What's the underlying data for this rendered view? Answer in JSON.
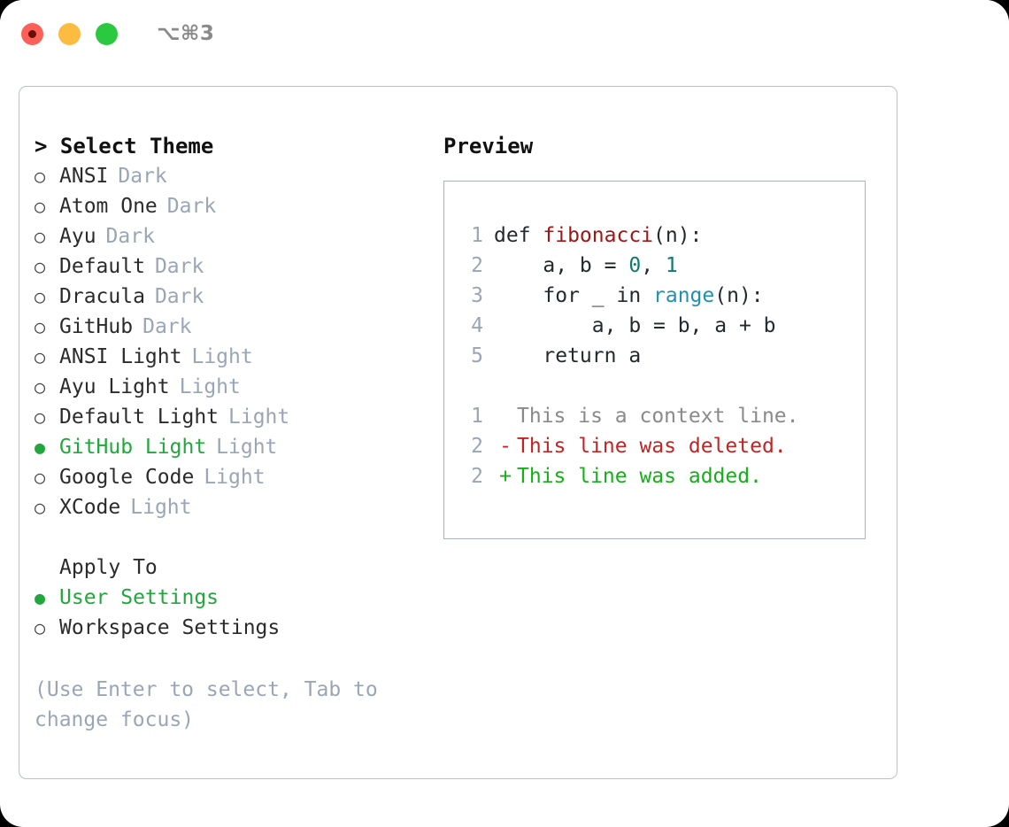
{
  "window": {
    "shortcut": "⌥⌘3",
    "traffic_lights": [
      {
        "name": "close",
        "color": "#fc6058"
      },
      {
        "name": "minimize",
        "color": "#fdbc40"
      },
      {
        "name": "maximize",
        "color": "#2bc940"
      }
    ]
  },
  "theme_picker": {
    "header": "> Select Theme",
    "selected_bullet": "●",
    "unselected_bullet": "○",
    "items": [
      {
        "label": "ANSI",
        "tag": "Dark",
        "selected": false
      },
      {
        "label": "Atom One",
        "tag": "Dark",
        "selected": false
      },
      {
        "label": "Ayu",
        "tag": "Dark",
        "selected": false
      },
      {
        "label": "Default",
        "tag": "Dark",
        "selected": false
      },
      {
        "label": "Dracula",
        "tag": "Dark",
        "selected": false
      },
      {
        "label": "GitHub",
        "tag": "Dark",
        "selected": false
      },
      {
        "label": "ANSI Light",
        "tag": "Light",
        "selected": false
      },
      {
        "label": "Ayu Light",
        "tag": "Light",
        "selected": false
      },
      {
        "label": "Default Light",
        "tag": "Light",
        "selected": false
      },
      {
        "label": "GitHub Light",
        "tag": "Light",
        "selected": true
      },
      {
        "label": "Google Code",
        "tag": "Light",
        "selected": false
      },
      {
        "label": "XCode",
        "tag": "Light",
        "selected": false
      }
    ]
  },
  "apply_to": {
    "header": "Apply To",
    "items": [
      {
        "label": "User Settings",
        "selected": true
      },
      {
        "label": "Workspace Settings",
        "selected": false
      }
    ]
  },
  "hint": "(Use Enter to select, Tab to change focus)",
  "preview": {
    "title": "Preview",
    "code_lines": [
      {
        "number": "1",
        "tokens": [
          {
            "text": "def ",
            "type": "plain"
          },
          {
            "text": "fibonacci",
            "type": "fn"
          },
          {
            "text": "(n):",
            "type": "plain"
          }
        ]
      },
      {
        "number": "2",
        "tokens": [
          {
            "text": "    a, b = ",
            "type": "plain"
          },
          {
            "text": "0",
            "type": "num"
          },
          {
            "text": ", ",
            "type": "plain"
          },
          {
            "text": "1",
            "type": "num"
          }
        ]
      },
      {
        "number": "3",
        "tokens": [
          {
            "text": "    for _ in ",
            "type": "plain"
          },
          {
            "text": "range",
            "type": "bi"
          },
          {
            "text": "(n):",
            "type": "plain"
          }
        ]
      },
      {
        "number": "4",
        "tokens": [
          {
            "text": "        a, b = b, a + b",
            "type": "plain"
          }
        ]
      },
      {
        "number": "5",
        "tokens": [
          {
            "text": "    return a",
            "type": "plain"
          }
        ]
      }
    ],
    "diff_lines": [
      {
        "number": "1",
        "marker": " ",
        "text": "This is a context line.",
        "type": "ctx"
      },
      {
        "number": "2",
        "marker": "-",
        "text": "This line was deleted.",
        "type": "del"
      },
      {
        "number": "2",
        "marker": "+",
        "text": "This line was added.",
        "type": "add"
      }
    ]
  },
  "colors": {
    "accent_green": "#21a73c",
    "muted": "#9aa6b6",
    "fn_red": "#a31515",
    "num_teal": "#0e7a6e",
    "builtin_blue": "#1f8fb5",
    "diff_add": "#15b017",
    "diff_del": "#c22424",
    "border": "#b8c2ce"
  }
}
